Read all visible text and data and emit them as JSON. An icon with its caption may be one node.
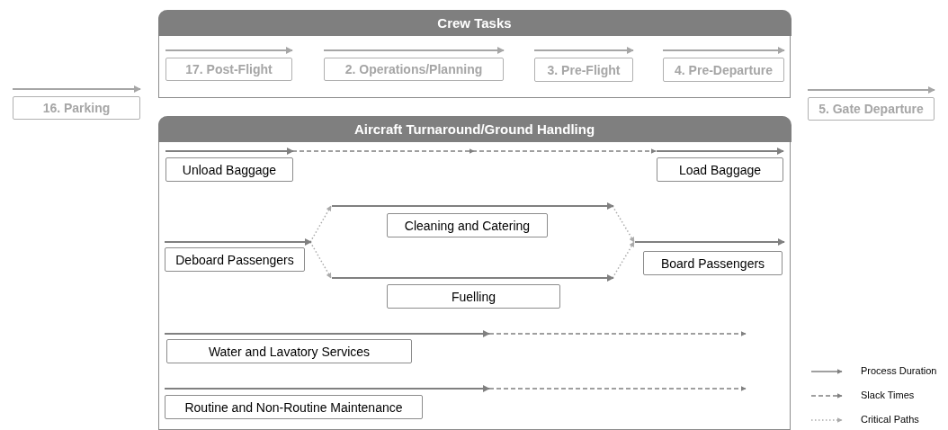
{
  "diagram": {
    "nodes": [
      {
        "text": [
          "Crew Tasks"
        ]
      },
      {
        "text": [
          "17. Post-Flight"
        ],
        "in": 0
      },
      {
        "text": [
          "2. Operations/Planning"
        ],
        "in": 0
      },
      {
        "text": [
          "3. Pre-Flight"
        ],
        "in": 0
      },
      {
        "text": [
          "4. Pre-Departure"
        ],
        "in": 0
      },
      {
        "text": [
          "16. Parking"
        ]
      },
      {
        "text": [
          "5. Gate Departure"
        ]
      },
      {
        "text": [
          "Aircraft Turnaround/Ground Handling"
        ]
      },
      {
        "text": [
          "Unload Baggage"
        ],
        "in": 7
      },
      {
        "text": [
          "Load Baggage"
        ],
        "in": 7
      },
      {
        "text": [
          "Deboard Passengers"
        ],
        "in": 7
      },
      {
        "text": [
          "Cleaning and Catering"
        ],
        "in": 7
      },
      {
        "text": [
          "Fuelling"
        ],
        "in": 7
      },
      {
        "text": [
          "Board Passengers"
        ],
        "in": 7
      },
      {
        "text": [
          "Water and Lavatory Services"
        ],
        "in": 7
      },
      {
        "text": [
          "Routine and Non-Routine Maintenance"
        ],
        "in": 7
      }
    ],
    "edges": [
      {
        "from": 8,
        "to": 9,
        "arrow": "to",
        "style": "dashed",
        "color": "#808080"
      },
      {
        "from": 10,
        "to": 11,
        "arrow": "to"
      },
      {
        "from": 10,
        "to": 12,
        "arrow": "to"
      },
      {
        "from": 11,
        "to": 13,
        "arrow": "to"
      },
      {
        "from": 12,
        "to": 13,
        "arrow": "to"
      }
    ],
    "legend": [
      {
        "text": "Process Duration"
      },
      {
        "text": "Slack Times"
      },
      {
        "text": "Critical Paths"
      }
    ]
  }
}
